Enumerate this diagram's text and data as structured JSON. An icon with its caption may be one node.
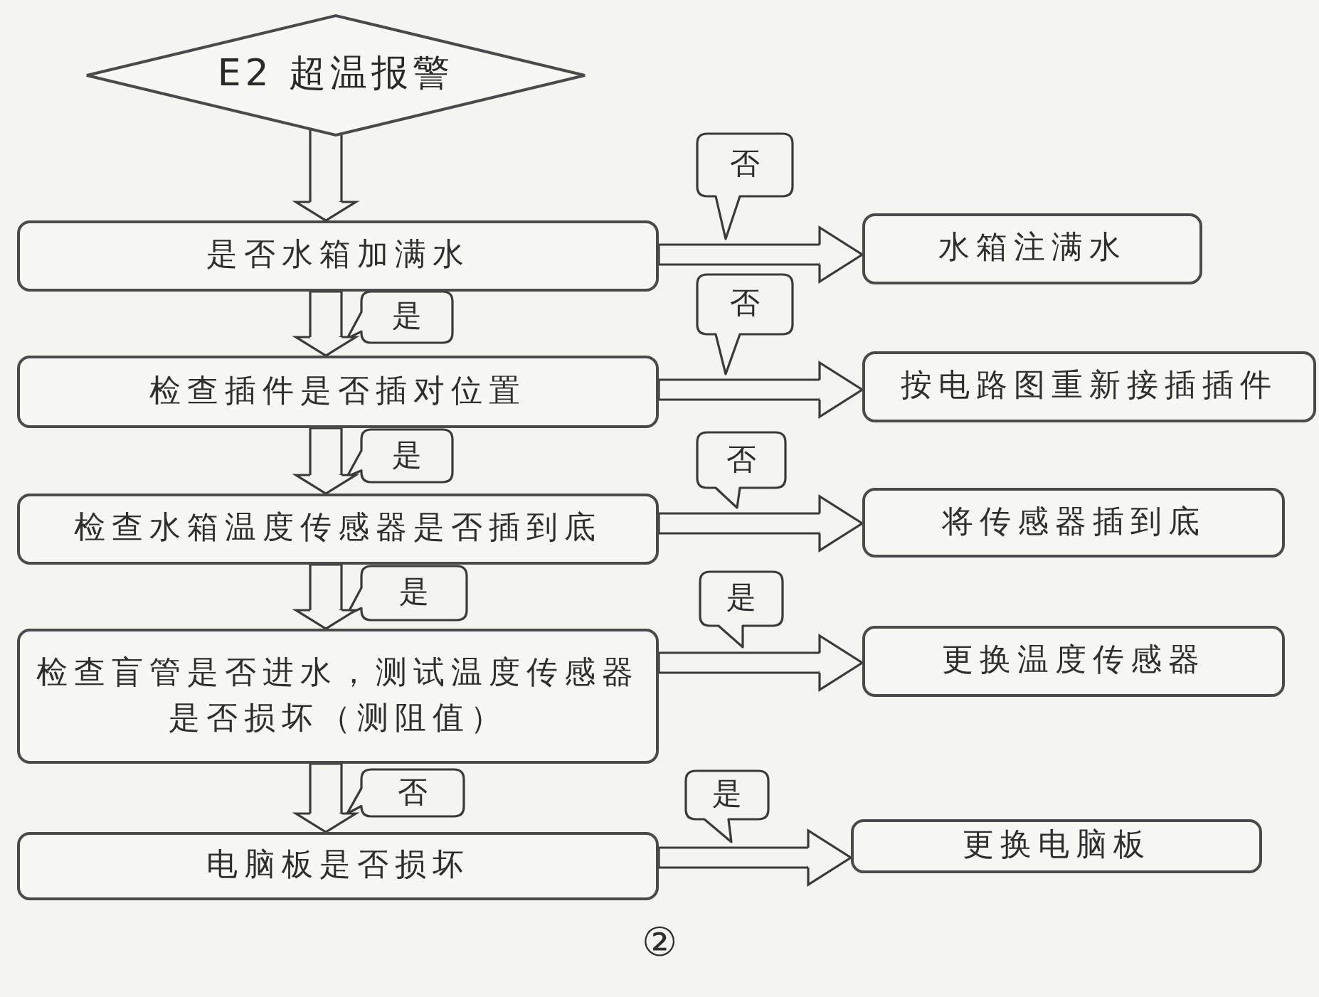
{
  "diagram": {
    "caption": "②",
    "nodes": [
      {
        "text": [
          "E2 超温报警"
        ]
      },
      {
        "text": [
          "是否水箱加满水"
        ]
      },
      {
        "text": [
          "水箱注满水"
        ]
      },
      {
        "text": [
          "检查插件是否插对位置"
        ]
      },
      {
        "text": [
          "按电路图重新接插插件"
        ]
      },
      {
        "text": [
          "检查水箱温度传感器是否插到底"
        ]
      },
      {
        "text": [
          "将传感器插到底"
        ]
      },
      {
        "text": [
          "检查盲管是否进水，测试温度传感器是否损坏（测阻值）"
        ]
      },
      {
        "text": [
          "更换温度传感器"
        ]
      },
      {
        "text": [
          "电脑板是否损坏"
        ]
      },
      {
        "text": [
          "更换电脑板"
        ]
      }
    ],
    "edges": [
      {
        "from": 0,
        "to": 1,
        "arrow": "to"
      },
      {
        "from": 1,
        "to": 2,
        "arrow": "to",
        "label": "否"
      },
      {
        "from": 1,
        "to": 3,
        "arrow": "to",
        "label": "是"
      },
      {
        "from": 3,
        "to": 4,
        "arrow": "to",
        "label": "否"
      },
      {
        "from": 3,
        "to": 5,
        "arrow": "to",
        "label": "是"
      },
      {
        "from": 5,
        "to": 6,
        "arrow": "to",
        "label": "否"
      },
      {
        "from": 5,
        "to": 7,
        "arrow": "to",
        "label": "是"
      },
      {
        "from": 7,
        "to": 8,
        "arrow": "to",
        "label": "是"
      },
      {
        "from": 7,
        "to": 9,
        "arrow": "to",
        "label": "否"
      },
      {
        "from": 9,
        "to": 10,
        "arrow": "to",
        "label": "是"
      }
    ]
  }
}
